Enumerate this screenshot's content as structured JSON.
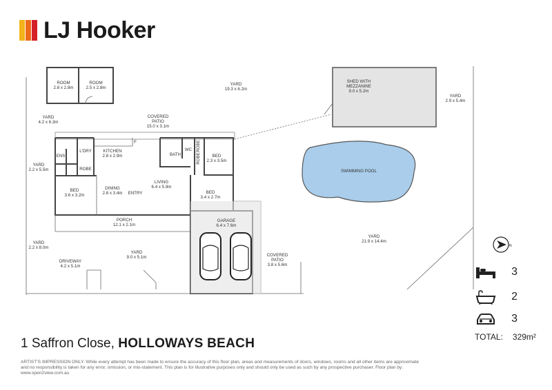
{
  "brand": {
    "name": "LJ Hooker",
    "colors": {
      "yellow": "#f2b31b",
      "orange": "#ee6b1c",
      "red": "#d52027"
    }
  },
  "rooms": {
    "room1": {
      "name": "ROOM",
      "size": "2.8 x 2.8m"
    },
    "room2": {
      "name": "ROOM",
      "size": "2.5 x 2.8m"
    },
    "yard_top": {
      "name": "YARD",
      "size": "19.3 x 6.2m"
    },
    "shed": {
      "name": "SHED WITH",
      "name2": "MEZZANINE",
      "size": "9.0 x 5.2m"
    },
    "yard_right": {
      "name": "YARD",
      "size": "2.9 x 5.4m"
    },
    "yard_left_top": {
      "name": "YARD",
      "size": "4.2 x 6.3m"
    },
    "covered_patio": {
      "name": "COVERED",
      "name2": "PATIO",
      "size": "15.0 x 3.1m"
    },
    "ldry": {
      "name": "L'DRY"
    },
    "ens": {
      "name": "ENS"
    },
    "robe1": {
      "name": "ROBE"
    },
    "kitchen": {
      "name": "KITCHEN",
      "size": "2.8 x 2.9m"
    },
    "bath": {
      "name": "BATH"
    },
    "wc": {
      "name": "WC"
    },
    "robe2": {
      "name": "ROBE"
    },
    "robe3": {
      "name": "ROBE"
    },
    "bed1": {
      "name": "BED",
      "size": "2.3 x 3.5m"
    },
    "yard_left_mid": {
      "name": "YARD",
      "size": "2.2 x 5.5m"
    },
    "pool": {
      "name": "SWIMMING POOL"
    },
    "bed_main": {
      "name": "BED",
      "size": "3.6 x 3.2m"
    },
    "dining": {
      "name": "DINING",
      "size": "2.8 x 3.4m"
    },
    "entry": {
      "name": "ENTRY"
    },
    "living": {
      "name": "LIVING",
      "size": "6.4 x 5.9m"
    },
    "bed2": {
      "name": "BED",
      "size": "3.4 x 2.7m"
    },
    "porch": {
      "name": "PORCH",
      "size": "12.1 x 2.1m"
    },
    "garage": {
      "name": "GARAGE",
      "size": "6.4 x 7.6m"
    },
    "yard_big": {
      "name": "YARD",
      "size": "21.9 x 14.4m"
    },
    "yard_left_bot": {
      "name": "YARD",
      "size": "2.2 x 8.0m"
    },
    "yard_front": {
      "name": "YARD",
      "size": "9.0 x 5.1m"
    },
    "covered_patio2": {
      "name": "COVERED",
      "name2": "PATIO",
      "size": "3.8 x 5.6m"
    },
    "driveway": {
      "name": "DRIVEWAY",
      "size": "4.2 x 5.1m"
    },
    "fridge_mark": "F"
  },
  "compass_label": "N",
  "stats": {
    "beds": "3",
    "baths": "2",
    "cars": "3"
  },
  "total": {
    "label": "TOTAL:",
    "value": "329m²"
  },
  "address": {
    "street": "1 Saffron Close,",
    "suburb": "HOLLOWAYS BEACH"
  },
  "disclaimer": "ARTIST'S IMPRESSION ONLY. While every attempt has been made to ensure the accuracy of this floor plan, areas and measurements of doors, windows, rooms and all other items are approximate and no responsibility is taken for any error, omission, or mis-statement. This plan is for illustrative purposes only and should only be used as such by any prospective purchaser. Floor plan by: www.open2view.com.au"
}
